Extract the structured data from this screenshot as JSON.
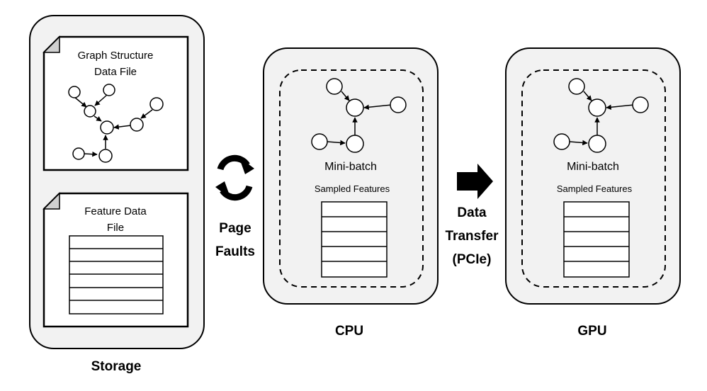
{
  "storage": {
    "label": "Storage",
    "graph_file": {
      "line1": "Graph Structure",
      "line2": "Data File"
    },
    "feature_file": {
      "line1": "Feature Data",
      "line2": "File"
    }
  },
  "page_faults": {
    "line1": "Page",
    "line2": "Faults"
  },
  "cpu": {
    "label": "CPU",
    "minibatch_label": "Mini-batch",
    "sampled_features_label": "Sampled Features"
  },
  "transfer": {
    "line1": "Data",
    "line2": "Transfer",
    "line3": "(PCIe)"
  },
  "gpu": {
    "label": "GPU",
    "minibatch_label": "Mini-batch",
    "sampled_features_label": "Sampled Features"
  },
  "colors": {
    "panel_fill": "#f2f2f2",
    "stroke": "#000000",
    "background": "#ffffff"
  },
  "icons": {
    "page_faults": "cycle-arrows-icon",
    "transfer": "right-arrow-icon",
    "file": "dog-ear-file-icon"
  }
}
